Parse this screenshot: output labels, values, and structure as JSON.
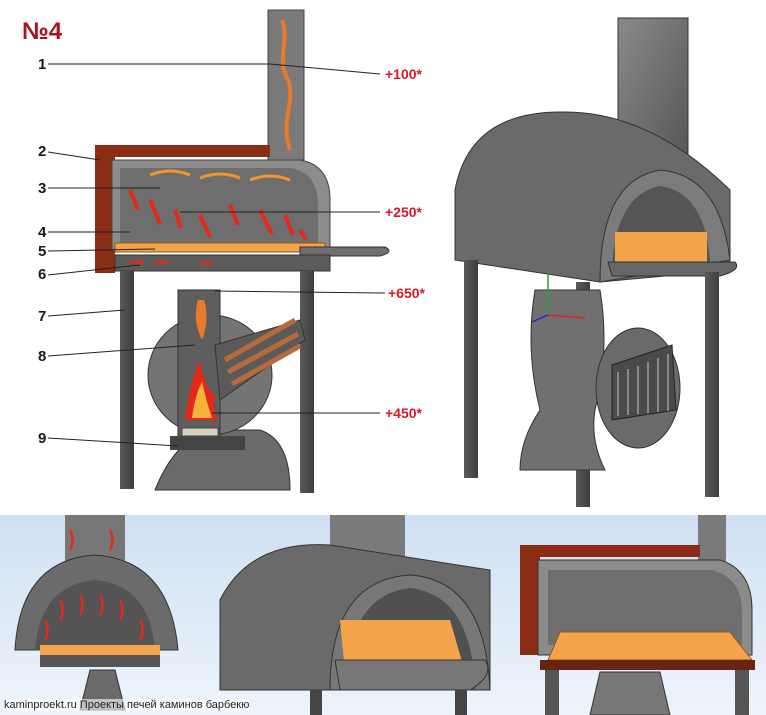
{
  "title": "№4",
  "callouts": [
    {
      "id": "1",
      "label": "1"
    },
    {
      "id": "2",
      "label": "2"
    },
    {
      "id": "3",
      "label": "3"
    },
    {
      "id": "4",
      "label": "4"
    },
    {
      "id": "5",
      "label": "5"
    },
    {
      "id": "6",
      "label": "6"
    },
    {
      "id": "7",
      "label": "7"
    },
    {
      "id": "8",
      "label": "8"
    },
    {
      "id": "9",
      "label": "9"
    }
  ],
  "temperatures": [
    {
      "id": "t100",
      "label": "+100*"
    },
    {
      "id": "t250",
      "label": "+250*"
    },
    {
      "id": "t650",
      "label": "+650*"
    },
    {
      "id": "t450",
      "label": "+450*"
    }
  ],
  "footer": "kaminproekt.ru Проекты печей каминов барбекю",
  "colors": {
    "title": "#b01020",
    "temperature": "#d8172a",
    "metal": "#6f6f6f",
    "brick": "#8b2c14",
    "fire": "#e23a18",
    "pizza_stone": "#f4a34a"
  }
}
